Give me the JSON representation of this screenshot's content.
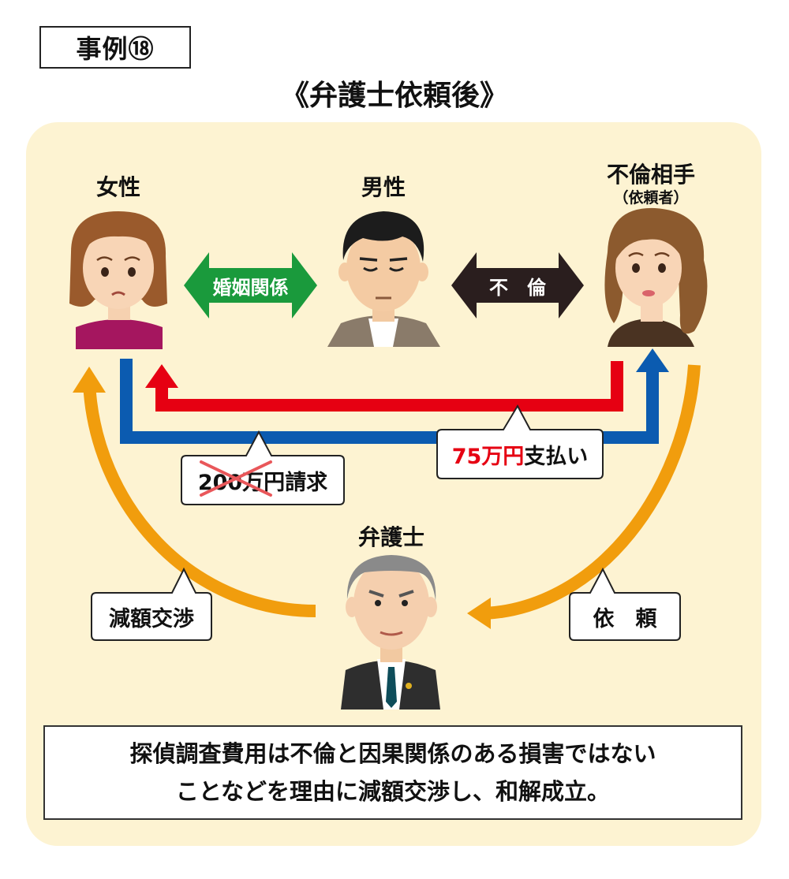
{
  "header": {
    "case_label": "事例⑱",
    "title": "《弁護士依頼後》"
  },
  "people": {
    "woman": "女性",
    "man": "男性",
    "partner": "不倫相手",
    "partner_note": "（依頼者）",
    "lawyer": "弁護士"
  },
  "relations": {
    "marriage": "婚姻関係",
    "affair": "不　倫"
  },
  "bubbles": {
    "claim_amount": "200万円",
    "claim_suffix": "請求",
    "payment_amount": "75万円",
    "payment_suffix": "支払い",
    "negotiation": "減額交渉",
    "request": "依　頼"
  },
  "conclusion": {
    "line1": "探偵調査費用は不倫と因果関係のある損害ではない",
    "line2": "ことなどを理由に減額交渉し、和解成立。"
  },
  "colors": {
    "panel": "#fdf3d2",
    "marriage_arrow": "#1a9a3c",
    "affair_arrow": "#2a1e1e",
    "payment_arrow": "#e60012",
    "claim_arrow": "#0b5bb0",
    "lawyer_arrow": "#f19d0d",
    "payment_amount": "#e60012",
    "strike": "#e9575a"
  }
}
